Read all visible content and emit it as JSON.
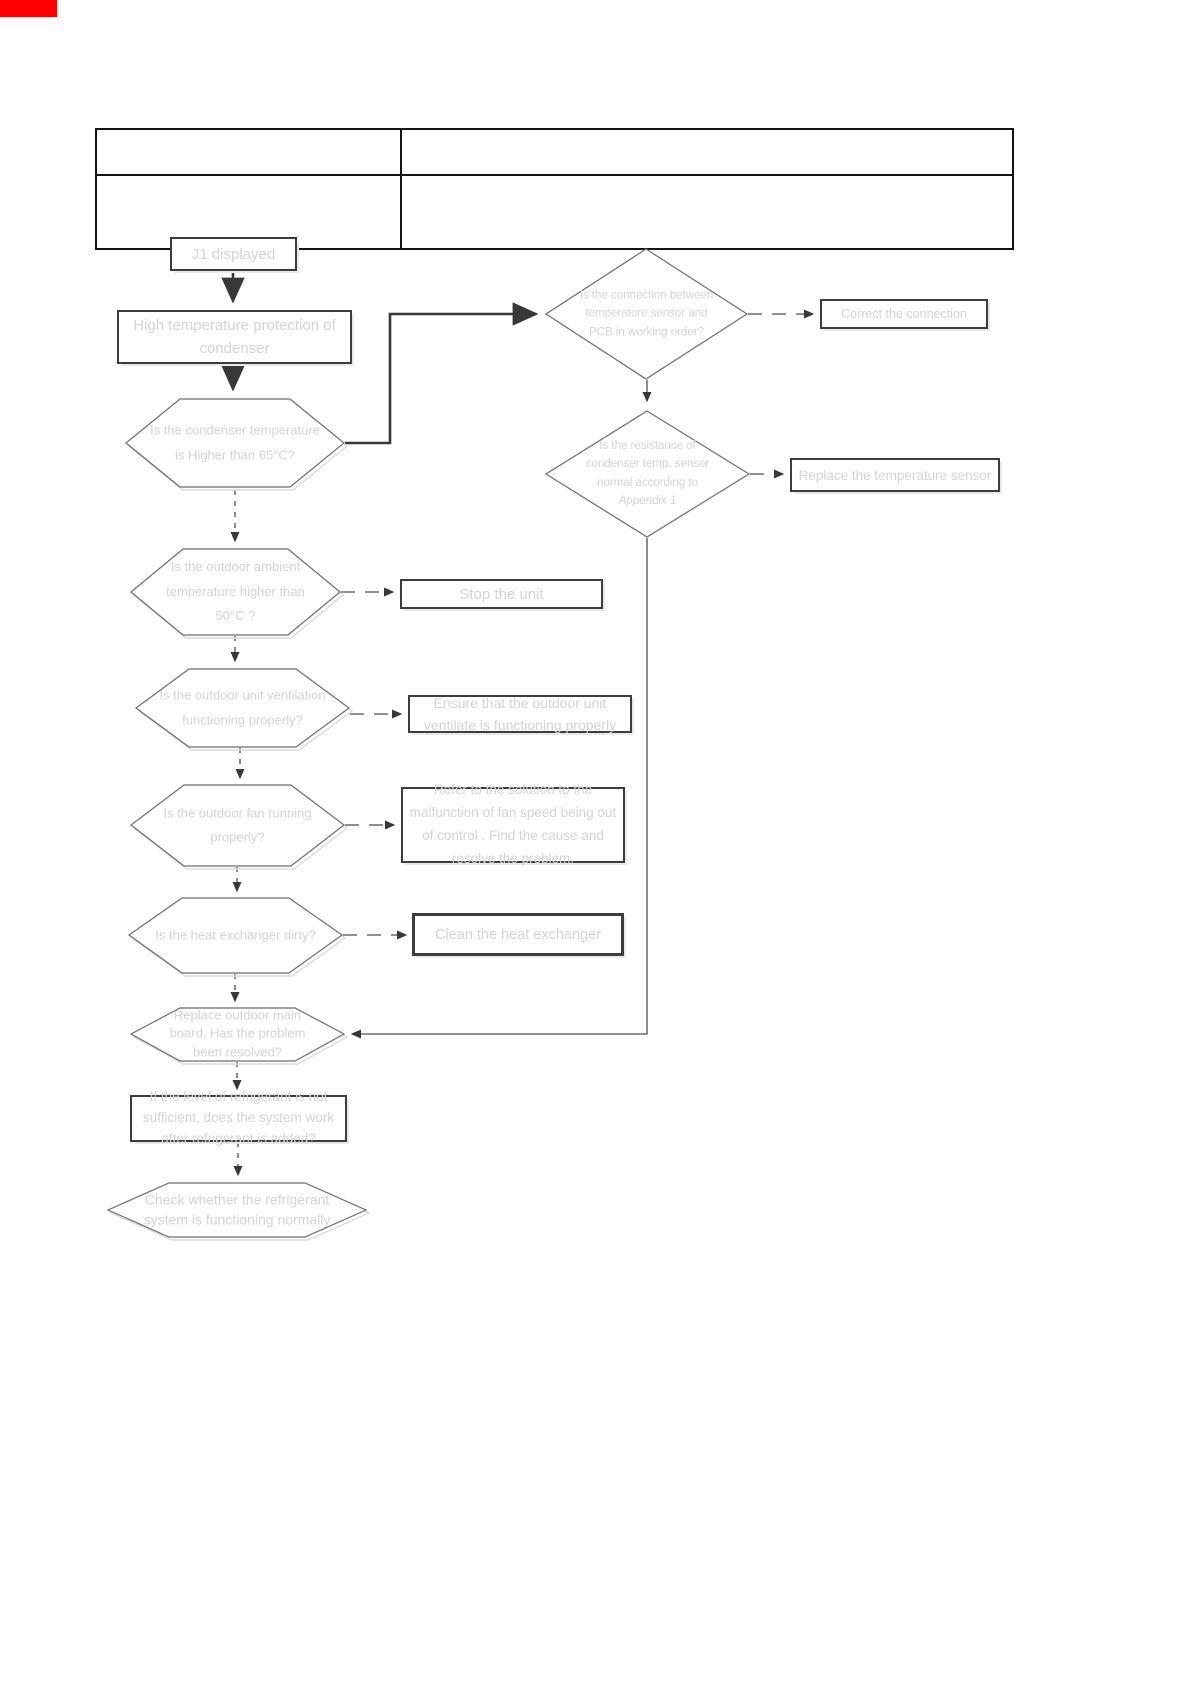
{
  "colors": {
    "shape_text": "#d4d4d4",
    "shape_border": "#6e6e6e",
    "box_border": "#3d3d3d",
    "arrow": "#383838",
    "red_mark": "#fe0000"
  },
  "flowchart": {
    "start": {
      "label": "J1 displayed"
    },
    "fault": {
      "label": "High temperature protection of condenser"
    },
    "q_condenser_temp": {
      "label": "Is the condenser temperature is Higher  than 65°C?"
    },
    "q_connection": {
      "label": "Is the connection between temperature sensor  and PCB in working order?"
    },
    "a_correct_connection": {
      "label": "Correct the connection"
    },
    "q_resistance": {
      "label": "Is the resistance of condenser temp. sensor normal according to ",
      "label_italic": "Appendix 1"
    },
    "a_replace_sensor": {
      "label": "Replace the temperature sensor"
    },
    "q_ambient": {
      "label": "Is the outdoor ambient temperature higher than 50°C ?"
    },
    "a_stop_unit": {
      "label": "Stop the unit"
    },
    "q_ventilation": {
      "label": "Is the outdoor unit ventilation functioning properly?"
    },
    "a_ensure_ventilation": {
      "label": "Ensure that the outdoor unit ventilate is functioning properly"
    },
    "q_fan": {
      "label": "Is  the outdoor fan running properly?"
    },
    "a_fan_solution": {
      "label": "Refer to the solution to the malfunction of fan speed being out of control . Find the cause and resolve the problem."
    },
    "q_heat_exchanger": {
      "label": "Is the heat exchanger dirty?"
    },
    "a_clean_exchanger": {
      "label": "Clean the heat exchanger"
    },
    "q_mainboard": {
      "label": "Replace outdoor main board. Has the problem been resolved?"
    },
    "q_refrigerant_level": {
      "label": "If the  level of refrigerant is not sufficient, does the system work after refrigerant is added?"
    },
    "end_check_refrigerant": {
      "label": "Check whether the refrigerant system is functioning normally"
    }
  }
}
